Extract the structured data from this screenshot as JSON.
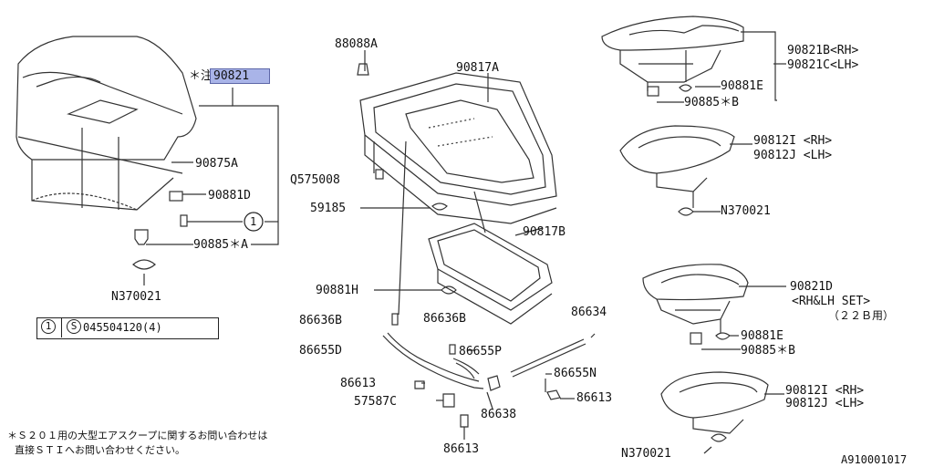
{
  "diagram": {
    "callout_prefix": "＊注",
    "highlighted_part": "90821",
    "labels": {
      "p90875A": "90875A",
      "p90881D": "90881D",
      "circle1": "1",
      "p90885A": "90885＊A",
      "n370021_left": "N370021",
      "p88088A": "88088A",
      "p90817A": "90817A",
      "q575008": "Q575008",
      "p59185": "59185",
      "p90817B": "90817B",
      "p90881H": "90881H",
      "p86636B_1": "86636B",
      "p86636B_2": "86636B",
      "p86634": "86634",
      "p86655D": "86655D",
      "p86655P": "86655P",
      "p86655N": "86655N",
      "p86613_1": "86613",
      "p86613_2": "86613",
      "p86613_3": "86613",
      "p57587C": "57587C",
      "p86638": "86638",
      "p90821B": "90821B<RH>",
      "p90821C": "90821C<LH>",
      "p90881E_1": "90881E",
      "p90885B_1": "90885＊B",
      "p90812I_1": "90812I <RH>",
      "p90812J_1": "90812J <LH>",
      "n370021_right1": "N370021",
      "p90821D": "90821D",
      "p90821D_sub1": "<RH&LH SET>",
      "p90821D_sub2": "（２２Ｂ用）",
      "p90881E_2": "90881E",
      "p90885B_2": "90885＊B",
      "p90812I_2": "90812I <RH>",
      "p90812J_2": "90812J <LH>",
      "n370021_right2": "N370021"
    },
    "legend": {
      "circle_num": "1",
      "s_symbol": "S",
      "part": "045504120(4)"
    },
    "footnote_line1": "＊Ｓ２０１用の大型エアスクープに関するお問い合わせは",
    "footnote_line2": "直接ＳＴＩへお問い合わせください。",
    "diagram_code": "A910001017"
  }
}
